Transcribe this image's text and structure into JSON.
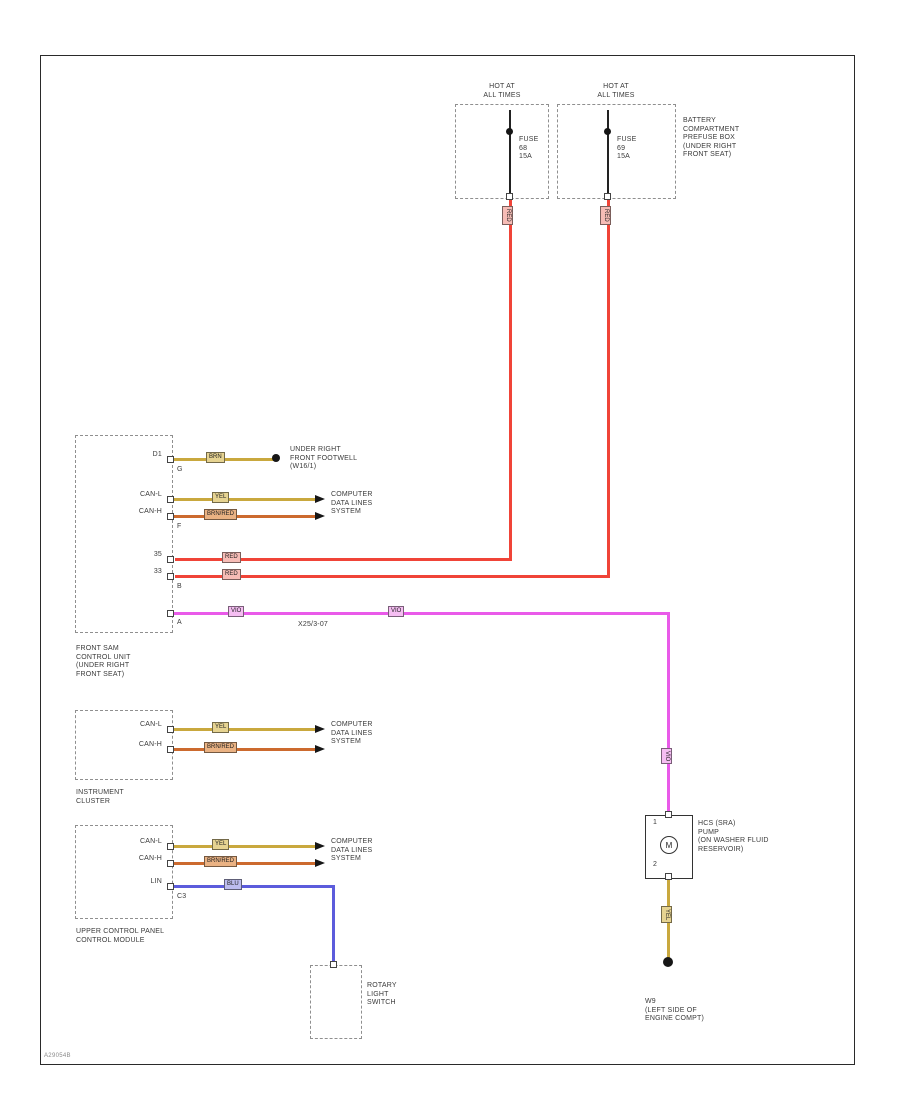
{
  "colors": {
    "red": "#f04438",
    "red_label": "#f6bcb6",
    "yellow": "#c9a83e",
    "yellow_label": "#e6d391",
    "brownred": "#cc6a2e",
    "brownred_label": "#eab283",
    "violet": "#e95ae9",
    "violet_label": "#f5bdf2",
    "blue": "#5c5cdc",
    "blue_label": "#bcbcef",
    "line": "#1c1c1c",
    "boxdash": "#8f8f8f",
    "text": "#3a3a3a"
  },
  "top": {
    "hot1": [
      "HOT AT",
      "ALL TIMES"
    ],
    "hot2": [
      "HOT AT",
      "ALL TIMES"
    ],
    "fuse1": [
      "FUSE",
      "68",
      "15A"
    ],
    "fuse2": [
      "FUSE",
      "69",
      "15A"
    ],
    "battery": [
      "BATTERY",
      "COMPARTMENT",
      "PREFUSE BOX",
      "(UNDER RIGHT",
      "FRONT SEAT)"
    ],
    "red1_vlabel": "RED",
    "red2_vlabel": "RED"
  },
  "sam": {
    "pin_d1": "D1",
    "canl": "CAN-L",
    "canh": "CAN-H",
    "pin35": "35",
    "pin33": "33",
    "letter_g": "G",
    "letter_f": "F",
    "letter_b": "B",
    "letter_a": "A",
    "footwell_wire": "BRN",
    "footwell": [
      "UNDER RIGHT",
      "FRONT FOOTWELL",
      "(W16/1)"
    ],
    "can_l_wire": "YEL",
    "can_h_wire": "BRN/RED",
    "computer": [
      "COMPUTER",
      "DATA LINES",
      "SYSTEM"
    ],
    "red1_label": "RED",
    "red2_label": "RED",
    "vio_label1": "VIO",
    "vio_label2": "VIO",
    "vio_vlabel": "VIO",
    "connector": "X25/3-07",
    "caption": [
      "FRONT SAM",
      "CONTROL UNIT",
      "(UNDER RIGHT",
      "FRONT SEAT)"
    ]
  },
  "cluster": {
    "canl": "CAN-L",
    "canh": "CAN-H",
    "can_l_wire": "YEL",
    "can_h_wire": "BRN/RED",
    "computer": [
      "COMPUTER",
      "DATA LINES",
      "SYSTEM"
    ],
    "caption": [
      "INSTRUMENT",
      "CLUSTER"
    ]
  },
  "panel": {
    "canl": "CAN-L",
    "canh": "CAN-H",
    "lin": "LIN",
    "can_l_wire": "YEL",
    "can_h_wire": "BRN/RED",
    "lin_wire": "BLU",
    "letter_c3": "C3",
    "computer": [
      "COMPUTER",
      "DATA LINES",
      "SYSTEM"
    ],
    "caption": [
      "UPPER CONTROL PANEL",
      "CONTROL MODULE"
    ]
  },
  "switch": {
    "caption": [
      "ROTARY",
      "LIGHT",
      "SWITCH"
    ]
  },
  "pump": {
    "pin_top": "1",
    "pin_bottom": "2",
    "motor": "M",
    "ground_wire": "YEL",
    "caption": [
      "HCS (SRA)",
      "PUMP",
      "(ON WASHER FLUID",
      "RESERVOIR)"
    ]
  },
  "ground": {
    "caption": [
      "W9",
      "(LEFT SIDE OF",
      "ENGINE COMPT)"
    ]
  },
  "corner_code": "A29054B"
}
